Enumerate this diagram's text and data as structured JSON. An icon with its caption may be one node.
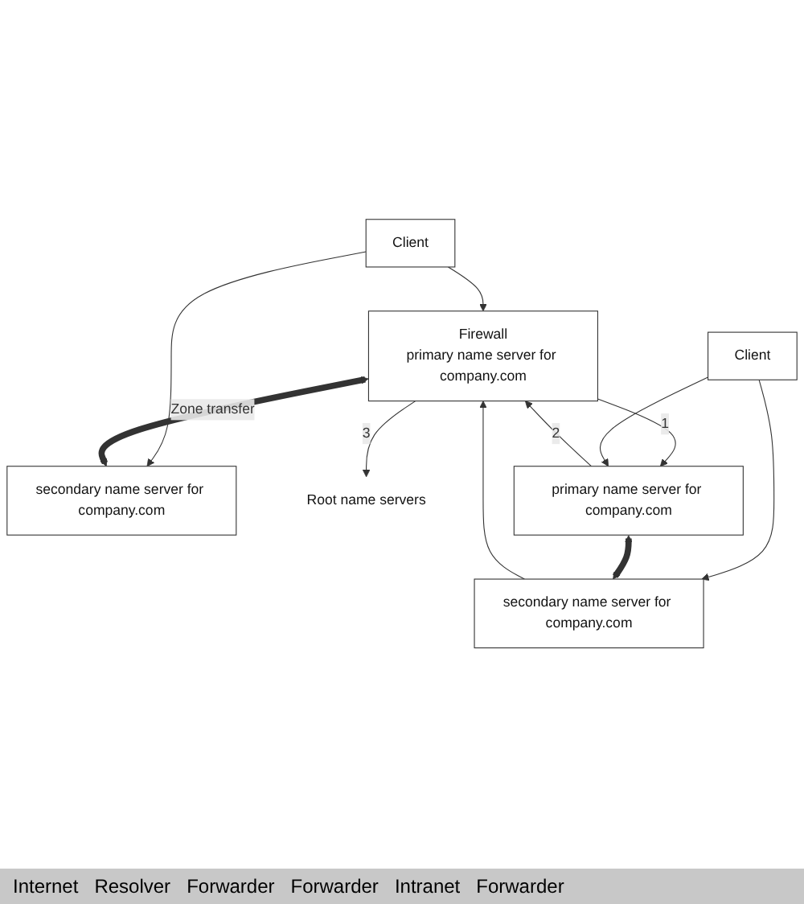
{
  "diagram": {
    "nodes": [
      {
        "text": [
          "Client"
        ]
      },
      {
        "text": [
          "secondary name server for company.com"
        ]
      },
      {
        "text": [
          "Root name servers"
        ]
      },
      {
        "text": [
          "Firewall",
          "primary name server for company.com"
        ]
      },
      {
        "text": [
          "Client"
        ]
      },
      {
        "text": [
          "primary name server for company.com"
        ]
      },
      {
        "text": [
          "secondary name server for company.com"
        ]
      }
    ],
    "edges": [
      {
        "from": 0,
        "to": 1,
        "arrow": "to"
      },
      {
        "from": 0,
        "to": 3,
        "arrow": "to"
      },
      {
        "from": 3,
        "to": 1,
        "arrow": "both",
        "style": "thick",
        "label": "Zone transfer"
      },
      {
        "from": 3,
        "to": 2,
        "arrow": "to",
        "label": "3"
      },
      {
        "from": 3,
        "to": 5,
        "arrow": "to",
        "label": "1"
      },
      {
        "from": 5,
        "to": 3,
        "arrow": "to",
        "label": "2"
      },
      {
        "from": 6,
        "to": 3,
        "arrow": "to"
      },
      {
        "from": 4,
        "to": 5,
        "arrow": "to"
      },
      {
        "from": 4,
        "to": 6,
        "arrow": "to"
      },
      {
        "from": 5,
        "to": 6,
        "arrow": "both",
        "style": "thick"
      }
    ],
    "labels": [
      "Internet",
      "Resolver",
      "Forwarder",
      "Forwarder",
      "Intranet",
      "Forwarder"
    ]
  }
}
